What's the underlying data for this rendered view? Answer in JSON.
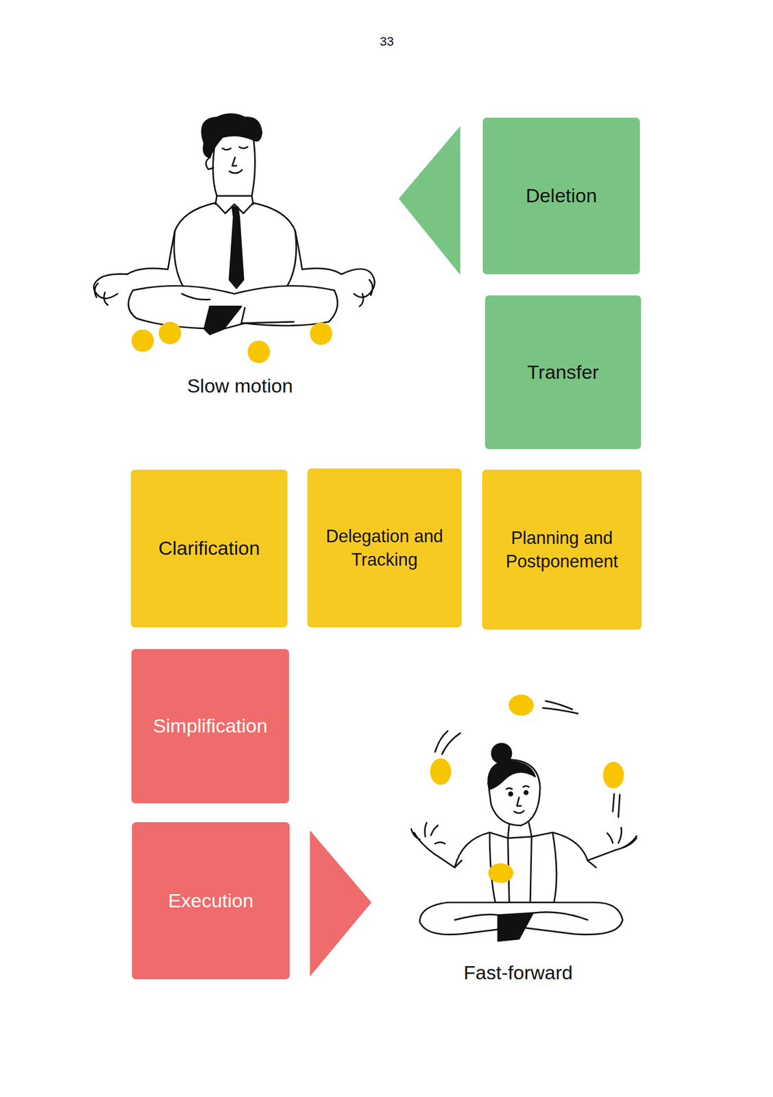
{
  "diagram": {
    "nodes": [
      {
        "text": [
          "Deletion"
        ]
      },
      {
        "text": [
          "Transfer"
        ]
      },
      {
        "text": [
          "Clarification"
        ]
      },
      {
        "text": [
          "Delegation and Tracking"
        ]
      },
      {
        "text": [
          "Planning and Postponement"
        ]
      },
      {
        "text": [
          "Simplification"
        ]
      },
      {
        "text": [
          "Execution"
        ]
      }
    ],
    "labels": [
      "33",
      "Slow motion",
      "Fast-forward"
    ]
  }
}
